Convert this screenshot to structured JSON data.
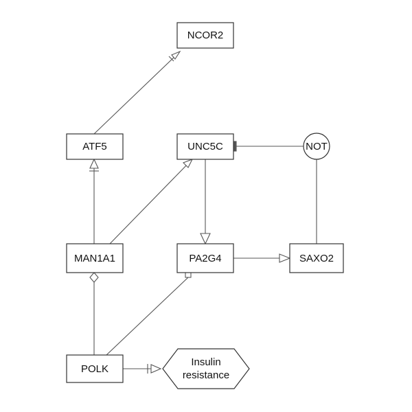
{
  "diagram": {
    "nodes": {
      "ncor2": {
        "label": "NCOR2"
      },
      "atf5": {
        "label": "ATF5"
      },
      "unc5c": {
        "label": "UNC5C"
      },
      "not": {
        "label": "NOT"
      },
      "man1a1": {
        "label": "MAN1A1"
      },
      "pa2g4": {
        "label": "PA2G4"
      },
      "saxo2": {
        "label": "SAXO2"
      },
      "polk": {
        "label": "POLK"
      },
      "insulin_resistance": {
        "label_line1": "Insulin",
        "label_line2": "resistance"
      }
    },
    "edges": [
      {
        "from": "ATF5",
        "to": "NCOR2",
        "type": "arrow-bar"
      },
      {
        "from": "MAN1A1",
        "to": "ATF5",
        "type": "arrow-bar"
      },
      {
        "from": "MAN1A1",
        "to": "UNC5C",
        "type": "arrow"
      },
      {
        "from": "NOT",
        "to": "UNC5C",
        "type": "inhibition"
      },
      {
        "from": "SAXO2",
        "to": "NOT",
        "type": "line"
      },
      {
        "from": "UNC5C",
        "to": "PA2G4",
        "type": "arrow"
      },
      {
        "from": "PA2G4",
        "to": "SAXO2",
        "type": "arrow"
      },
      {
        "from": "POLK",
        "to": "MAN1A1",
        "type": "diamond"
      },
      {
        "from": "POLK",
        "to": "PA2G4",
        "type": "square"
      },
      {
        "from": "POLK",
        "to": "Insulin resistance",
        "type": "arrow-bar"
      }
    ]
  }
}
